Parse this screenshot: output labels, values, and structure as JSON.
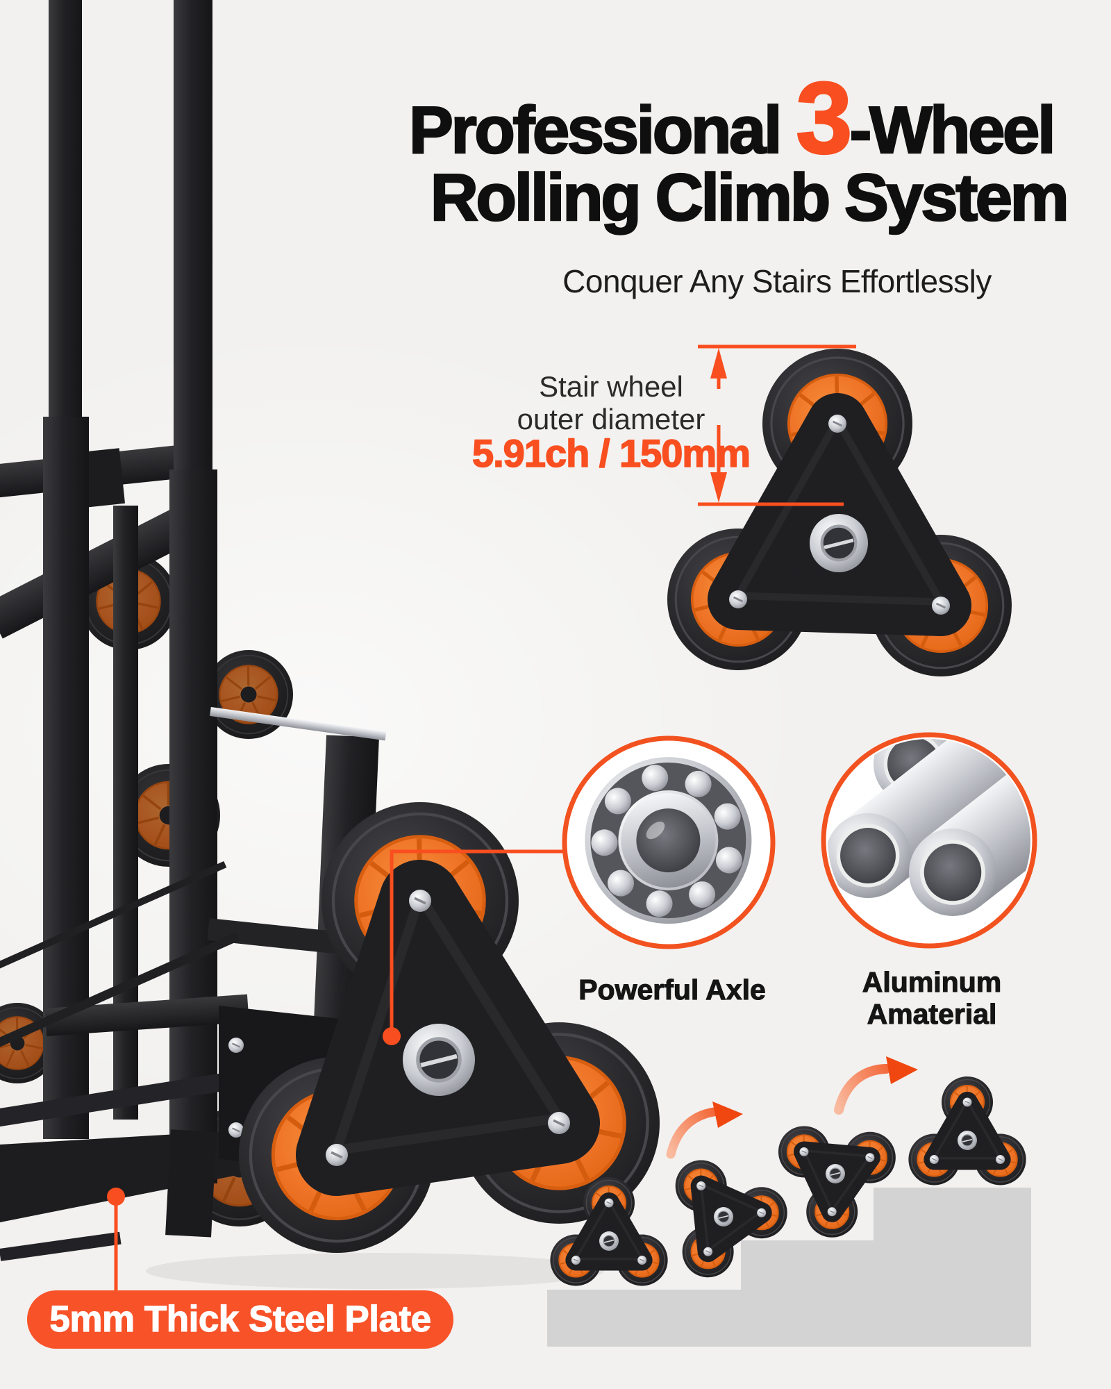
{
  "title": {
    "pre": "Professional ",
    "highlight": "3",
    "post": "-Wheel",
    "line2": "Rolling Climb System",
    "subtitle": "Conquer Any Stairs Effortlessly"
  },
  "dimension": {
    "label": "Stair wheel\nouter diameter",
    "value": "5.91ch / 150mm"
  },
  "callouts": {
    "axle": {
      "label": "Powerful Axle",
      "icon": "ball-bearing-icon"
    },
    "aluminum": {
      "label": "Aluminum\nAmaterial",
      "icon": "aluminum-tubes-icon"
    }
  },
  "badge": {
    "label": "5mm Thick Steel Plate"
  },
  "colors": {
    "background": "#F2F1EF",
    "accent_orange": "#F94E1F",
    "badge_orange": "#F85229",
    "wheel_orange": "#EE7226",
    "tire_black": "#28282B",
    "stairs_gray": "#D3D3D3"
  }
}
